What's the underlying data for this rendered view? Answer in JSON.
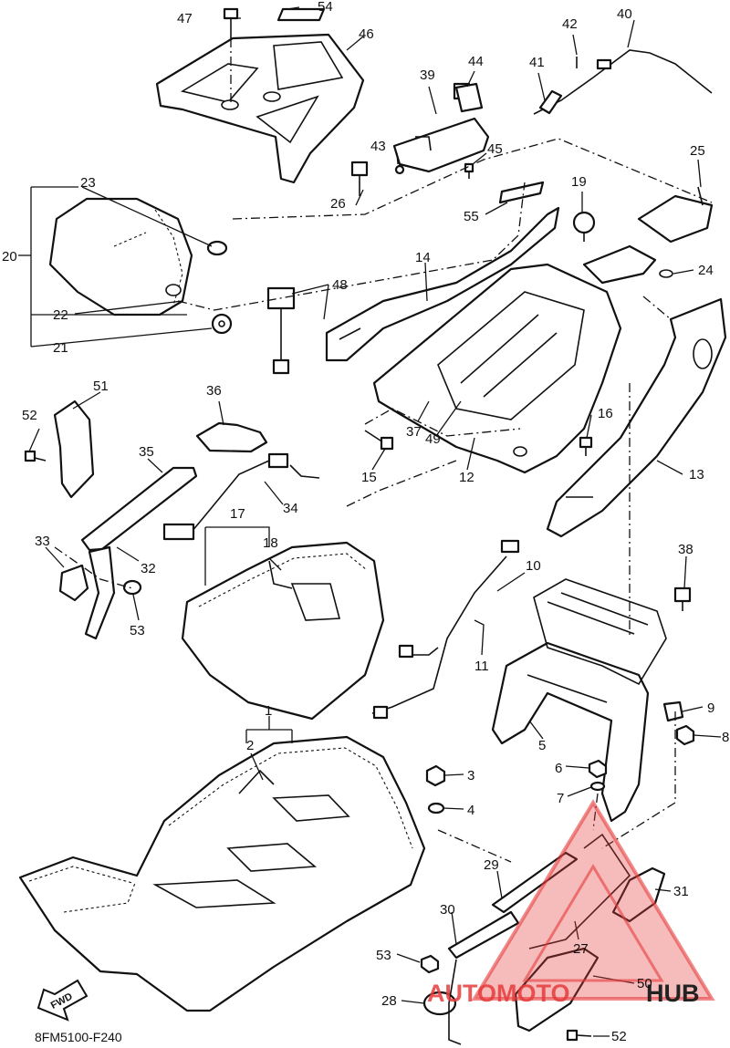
{
  "diagram_code": "8FM5100-F240",
  "fwd_label": "FWD",
  "watermark": {
    "brand_left": "AUTOMOTO",
    "brand_right": "HUB",
    "color": "#e63b3b",
    "dark": "#222222"
  },
  "callouts": {
    "c1": "1",
    "c2": "2",
    "c3": "3",
    "c4": "4",
    "c5": "5",
    "c6": "6",
    "c7": "7",
    "c8": "8",
    "c9": "9",
    "c10": "10",
    "c11": "11",
    "c12": "12",
    "c13": "13",
    "c14": "14",
    "c15": "15",
    "c16": "16",
    "c17": "17",
    "c18": "18",
    "c19": "19",
    "c20": "20",
    "c21": "21",
    "c22": "22",
    "c23": "23",
    "c24": "24",
    "c25": "25",
    "c26": "26",
    "c27": "27",
    "c28": "28",
    "c29": "29",
    "c30": "30",
    "c31": "31",
    "c32": "32",
    "c33": "33",
    "c34": "34",
    "c35": "35",
    "c36": "36",
    "c37": "37",
    "c38": "38",
    "c39": "39",
    "c40": "40",
    "c41": "41",
    "c42": "42",
    "c43": "43",
    "c44": "44",
    "c45": "45",
    "c46": "46",
    "c47": "47",
    "c48": "48",
    "c49": "49",
    "c50": "50",
    "c51": "51",
    "c52a": "52",
    "c52b": "52",
    "c53a": "53",
    "c53b": "53",
    "c54": "54",
    "c55": "55"
  }
}
